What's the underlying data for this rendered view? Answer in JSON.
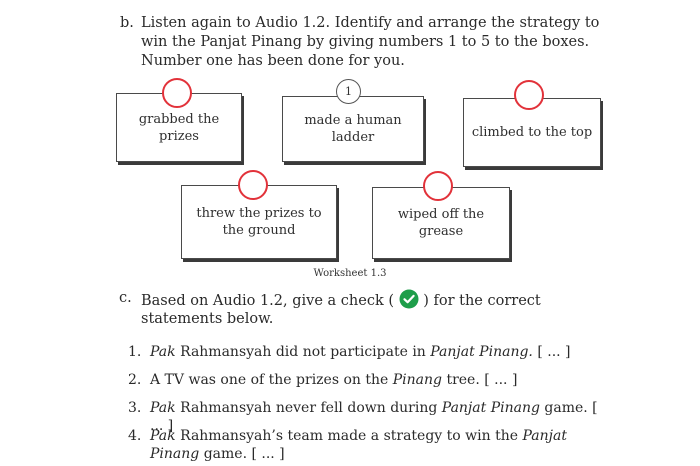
{
  "section_b": {
    "letter": "b.",
    "instruction": "Listen again to Audio 1.2. Identify and arrange the strategy to win the Panjat Pinang by giving numbers 1 to 5 to the boxes. Number one has been done for you."
  },
  "cards": [
    {
      "label": "grabbed the prizes",
      "number": ""
    },
    {
      "label": "made a human ladder",
      "number": "1"
    },
    {
      "label": "climbed to the top",
      "number": ""
    },
    {
      "label": "threw the prizes to the ground",
      "number": ""
    },
    {
      "label": "wiped off the grease",
      "number": ""
    }
  ],
  "caption": "Worksheet 1.3",
  "section_c": {
    "letter": "c.",
    "before_check": "Based on Audio 1.2, give a check (",
    "after_check": ") for the correct statements below."
  },
  "statements": [
    {
      "num": "1.",
      "text_parts": [
        {
          "t": "Pak",
          "i": true
        },
        {
          "t": " Rahmansyah did not participate in ",
          "i": false
        },
        {
          "t": "Panjat Pinang.",
          "i": true
        },
        {
          "t": " [ ... ]",
          "i": false
        }
      ]
    },
    {
      "num": "2.",
      "text_parts": [
        {
          "t": "A TV was one of the prizes on the ",
          "i": false
        },
        {
          "t": "Pinang",
          "i": true
        },
        {
          "t": " tree. [ ... ]",
          "i": false
        }
      ]
    },
    {
      "num": "3.",
      "text_parts": [
        {
          "t": "Pak",
          "i": true
        },
        {
          "t": " Rahmansyah never fell down during ",
          "i": false
        },
        {
          "t": "Panjat Pinang",
          "i": true
        },
        {
          "t": " game. [ ... ]",
          "i": false
        }
      ]
    },
    {
      "num": "4.",
      "text_parts": [
        {
          "t": "Pak",
          "i": true
        },
        {
          "t": " Rahmansyah’s team made a strategy to win the ",
          "i": false
        },
        {
          "t": "Panjat Pinang",
          "i": true
        },
        {
          "t": " game. [ ... ]",
          "i": false
        }
      ]
    }
  ],
  "colors": {
    "circle_red": "#e2323a",
    "check_green": "#1e9e4a"
  }
}
